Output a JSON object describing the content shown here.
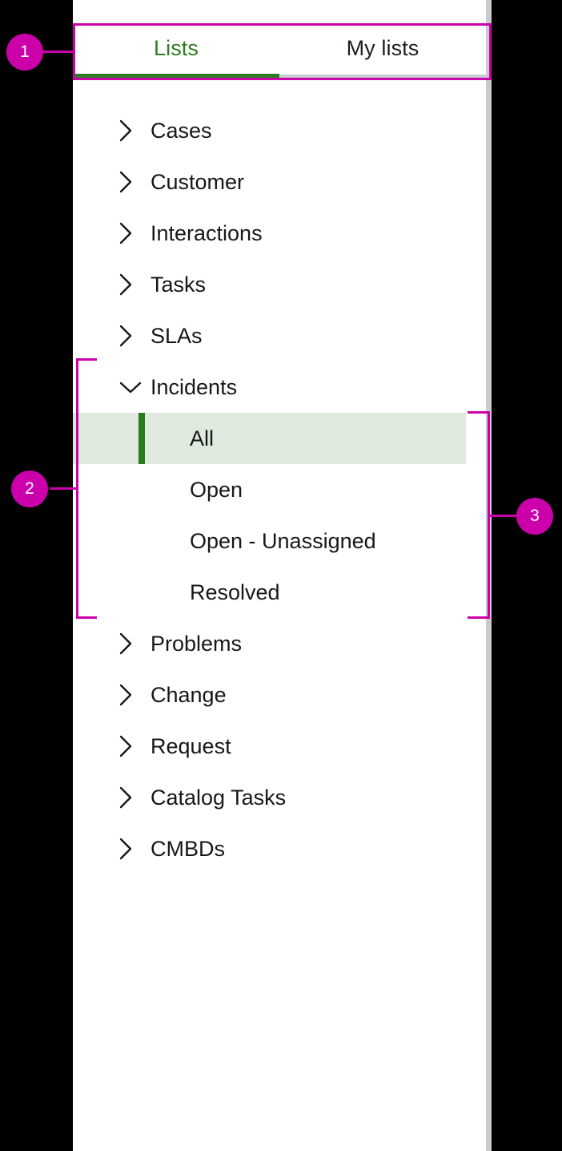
{
  "panel": {
    "background_color": "#ffffff",
    "scrollbar_color": "#c8ccce"
  },
  "tabs": {
    "items": [
      {
        "label": "Lists",
        "active": true
      },
      {
        "label": "My lists",
        "active": false
      }
    ],
    "active_color": "#2e7d22",
    "inactive_color": "#1b1f22"
  },
  "nav": {
    "items": [
      {
        "label": "Cases",
        "icon": "chevron-right-icon",
        "expanded": false
      },
      {
        "label": "Customer",
        "icon": "chevron-right-icon",
        "expanded": false
      },
      {
        "label": "Interactions",
        "icon": "chevron-right-icon",
        "expanded": false
      },
      {
        "label": "Tasks",
        "icon": "chevron-right-icon",
        "expanded": false
      },
      {
        "label": "SLAs",
        "icon": "chevron-right-icon",
        "expanded": false
      },
      {
        "label": "Incidents",
        "icon": "chevron-down-icon",
        "expanded": true,
        "children": [
          {
            "label": "All",
            "selected": true
          },
          {
            "label": "Open",
            "selected": false
          },
          {
            "label": "Open - Unassigned",
            "selected": false
          },
          {
            "label": "Resolved",
            "selected": false
          }
        ]
      },
      {
        "label": "Problems",
        "icon": "chevron-right-icon",
        "expanded": false
      },
      {
        "label": "Change",
        "icon": "chevron-right-icon",
        "expanded": false
      },
      {
        "label": "Request",
        "icon": "chevron-right-icon",
        "expanded": false
      },
      {
        "label": "Catalog Tasks",
        "icon": "chevron-right-icon",
        "expanded": false
      },
      {
        "label": "CMBDs",
        "icon": "chevron-right-icon",
        "expanded": false
      }
    ],
    "selected_background": "#dfe9dd",
    "selected_bar_color": "#2a7a1f"
  },
  "annotations": {
    "accent_color": "#cc00aa",
    "badges": [
      {
        "number": "1",
        "target": "tab-bar"
      },
      {
        "number": "2",
        "target": "incidents-group"
      },
      {
        "number": "3",
        "target": "incidents-children"
      }
    ]
  }
}
